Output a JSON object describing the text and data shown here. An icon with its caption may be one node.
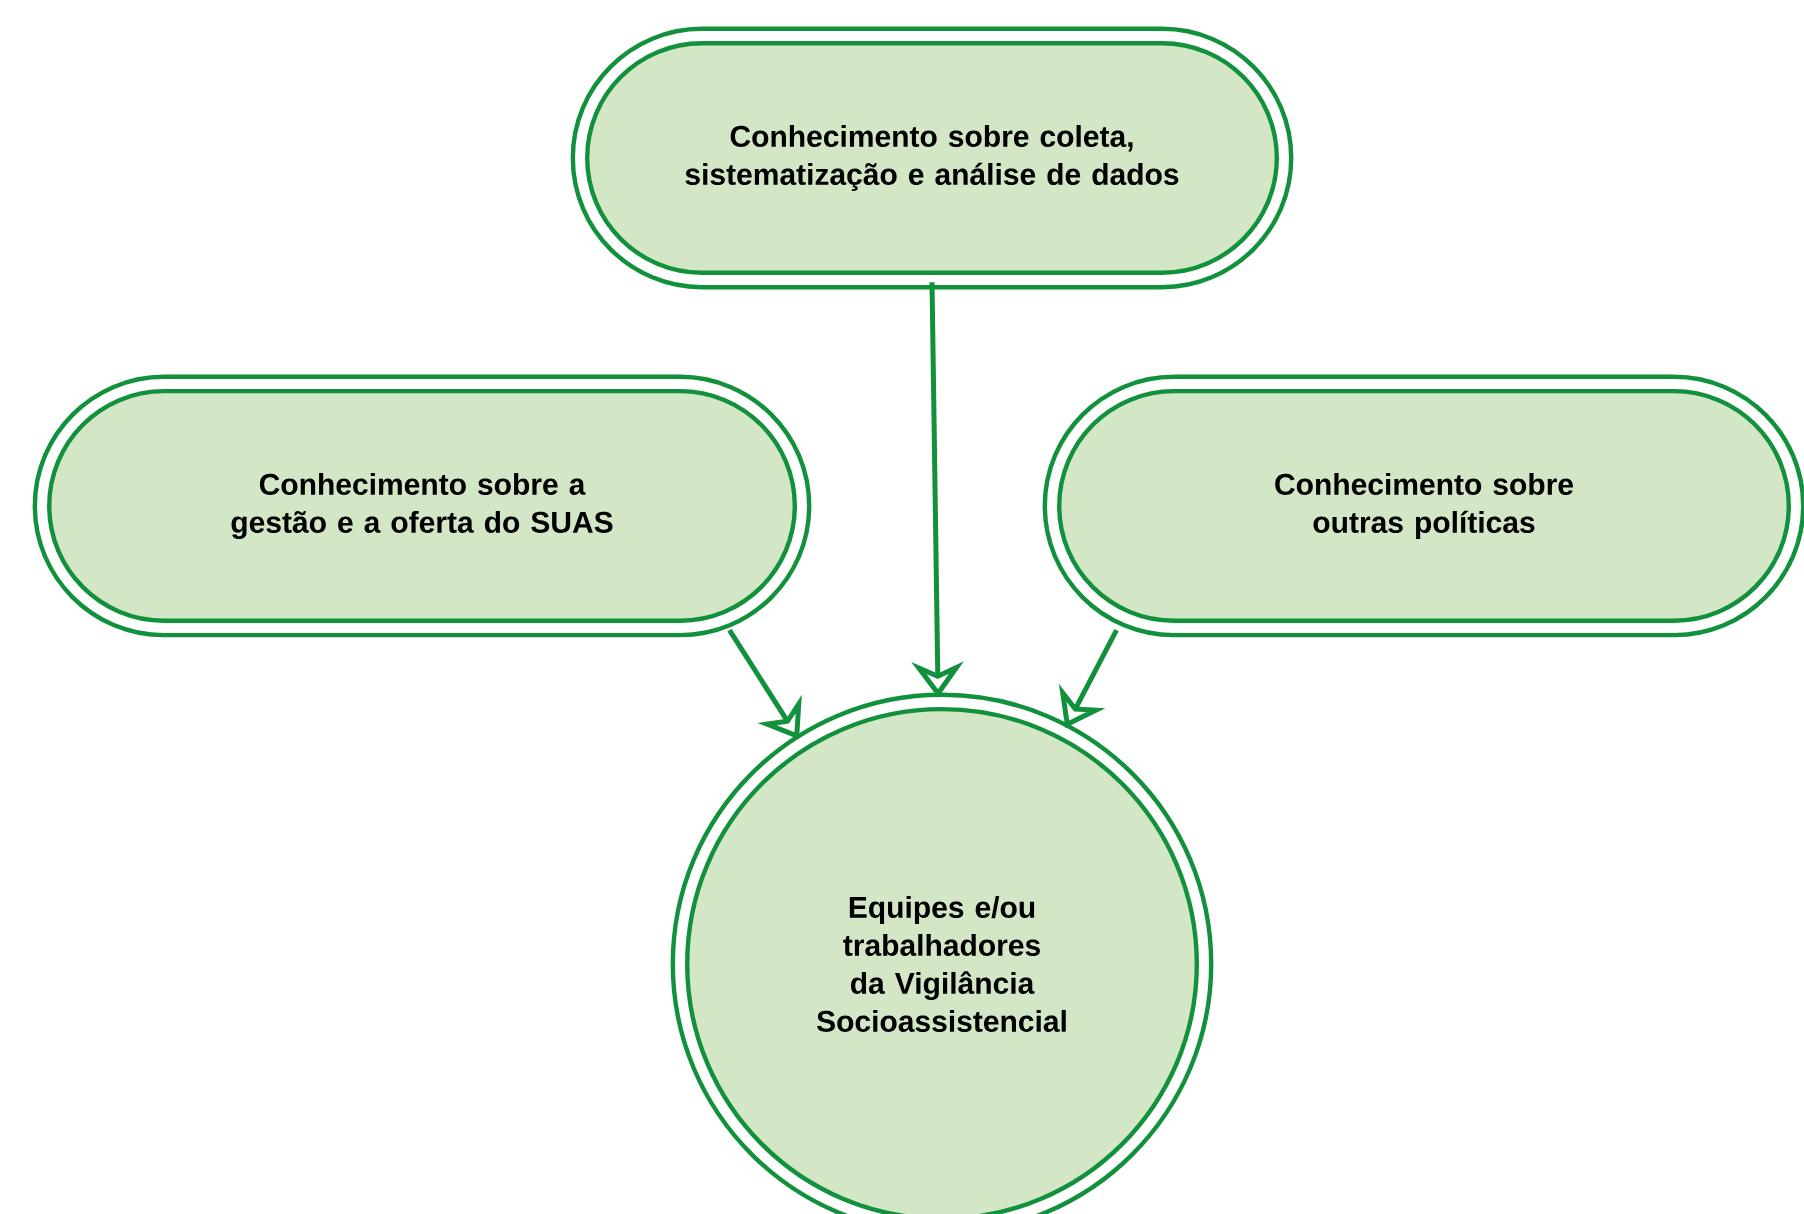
{
  "diagram": {
    "nodes": [
      {
        "text": [
          "Conhecimento sobre coleta, sistematização e análise de dados"
        ]
      },
      {
        "text": [
          "Conhecimento sobre a gestão e a oferta do SUAS"
        ]
      },
      {
        "text": [
          "Conhecimento sobre outras políticas"
        ]
      },
      {
        "text": [
          "Equipes e/ou trabalhadores da Vigilância Socioassistencial"
        ]
      }
    ],
    "edges": [
      {
        "from": 0,
        "to": 3,
        "arrow": "to"
      },
      {
        "from": 1,
        "to": 3,
        "arrow": "to"
      },
      {
        "from": 2,
        "to": 3,
        "arrow": "to"
      }
    ]
  }
}
